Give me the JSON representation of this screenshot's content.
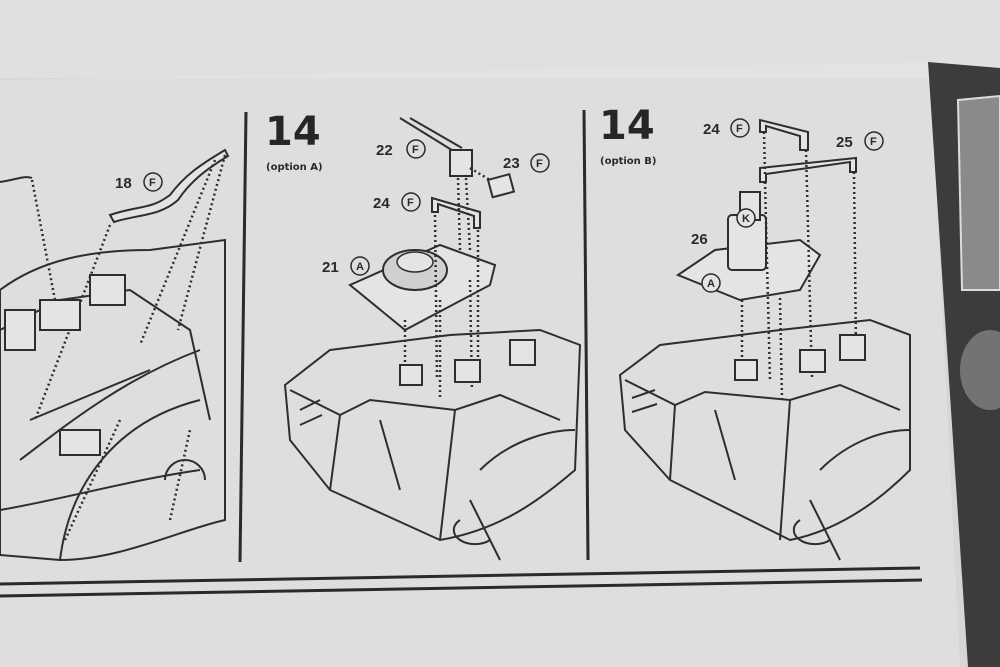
{
  "manual": {
    "step_prev": {
      "part_18": {
        "number": "18",
        "sprue": "F"
      }
    },
    "step_a": {
      "step_number": "14",
      "option": "(option A)",
      "parts": [
        {
          "number": "22",
          "sprue": "F"
        },
        {
          "number": "23",
          "sprue": "F"
        },
        {
          "number": "24",
          "sprue": "F"
        },
        {
          "number": "21",
          "sprue": "A"
        }
      ]
    },
    "step_b": {
      "step_number": "14",
      "option": "(option B)",
      "parts": [
        {
          "number": "24",
          "sprue": "F"
        },
        {
          "number": "25",
          "sprue": "F"
        },
        {
          "number": "26",
          "sprue": "A"
        }
      ],
      "sub_part_sprue": "K"
    }
  },
  "colors": {
    "paper": "#dcdcda",
    "ink": "#2a2a2a",
    "cover": "#3a3a38"
  }
}
